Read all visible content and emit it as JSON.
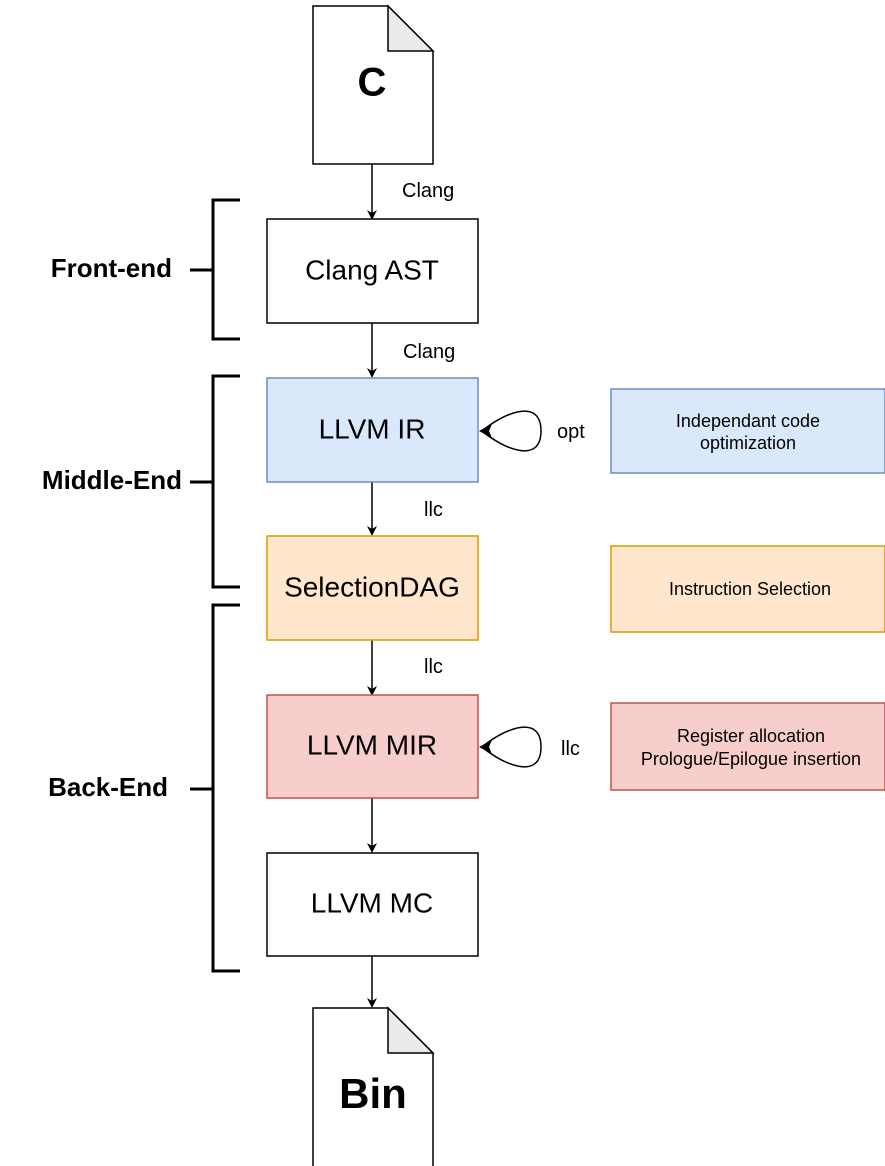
{
  "source_file": {
    "label": "C"
  },
  "output_file": {
    "label": "Bin"
  },
  "stages": {
    "front_end": "Front-end",
    "middle_end": "Middle-End",
    "back_end": "Back-End"
  },
  "boxes": {
    "clang_ast": "Clang AST",
    "llvm_ir": "LLVM IR",
    "selection_dag": "SelectionDAG",
    "llvm_mir": "LLVM MIR",
    "llvm_mc": "LLVM MC"
  },
  "edges": {
    "c_to_ast": "Clang",
    "ast_to_ir": "Clang",
    "ir_to_dag": "llc",
    "dag_to_mir": "llc",
    "ir_self_loop": "opt",
    "mir_self_loop": "llc"
  },
  "notes": {
    "ir_optimization": [
      "Independant code",
      "optimization"
    ],
    "instruction_selection": "Instruction Selection",
    "register_allocation": [
      "Register allocation",
      "Prologue/Epilogue insertion"
    ]
  },
  "colors": {
    "ir_fill": "#dae8fc",
    "ir_stroke": "#6c8ebf",
    "dag_fill": "#ffe6cc",
    "dag_stroke": "#d79b00",
    "mir_fill": "#f8cecc",
    "mir_stroke": "#b85450",
    "page_fold": "#ebebeb"
  }
}
